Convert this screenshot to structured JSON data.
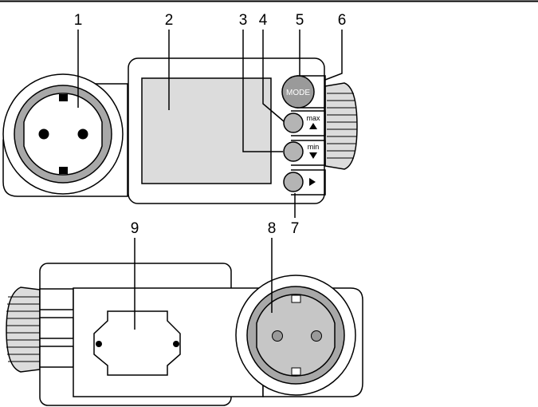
{
  "callouts": {
    "n1": "1",
    "n2": "2",
    "n3": "3",
    "n4": "4",
    "n5": "5",
    "n6": "6",
    "n7": "7",
    "n8": "8",
    "n9": "9"
  },
  "buttons": {
    "mode": "MODE",
    "max": "max",
    "min": "min"
  },
  "icons": {
    "up": "triangle-up-icon",
    "down": "triangle-down-icon",
    "right": "triangle-right-icon"
  },
  "colors": {
    "line": "#000000",
    "ring": "#a8a8a8",
    "button": "#b4b4b4",
    "mode_button": "#9a9a9a",
    "socket_face": "#ffffff",
    "rear_socket_face": "#c6c6c6",
    "pin_hole": "#9a9a9a"
  }
}
